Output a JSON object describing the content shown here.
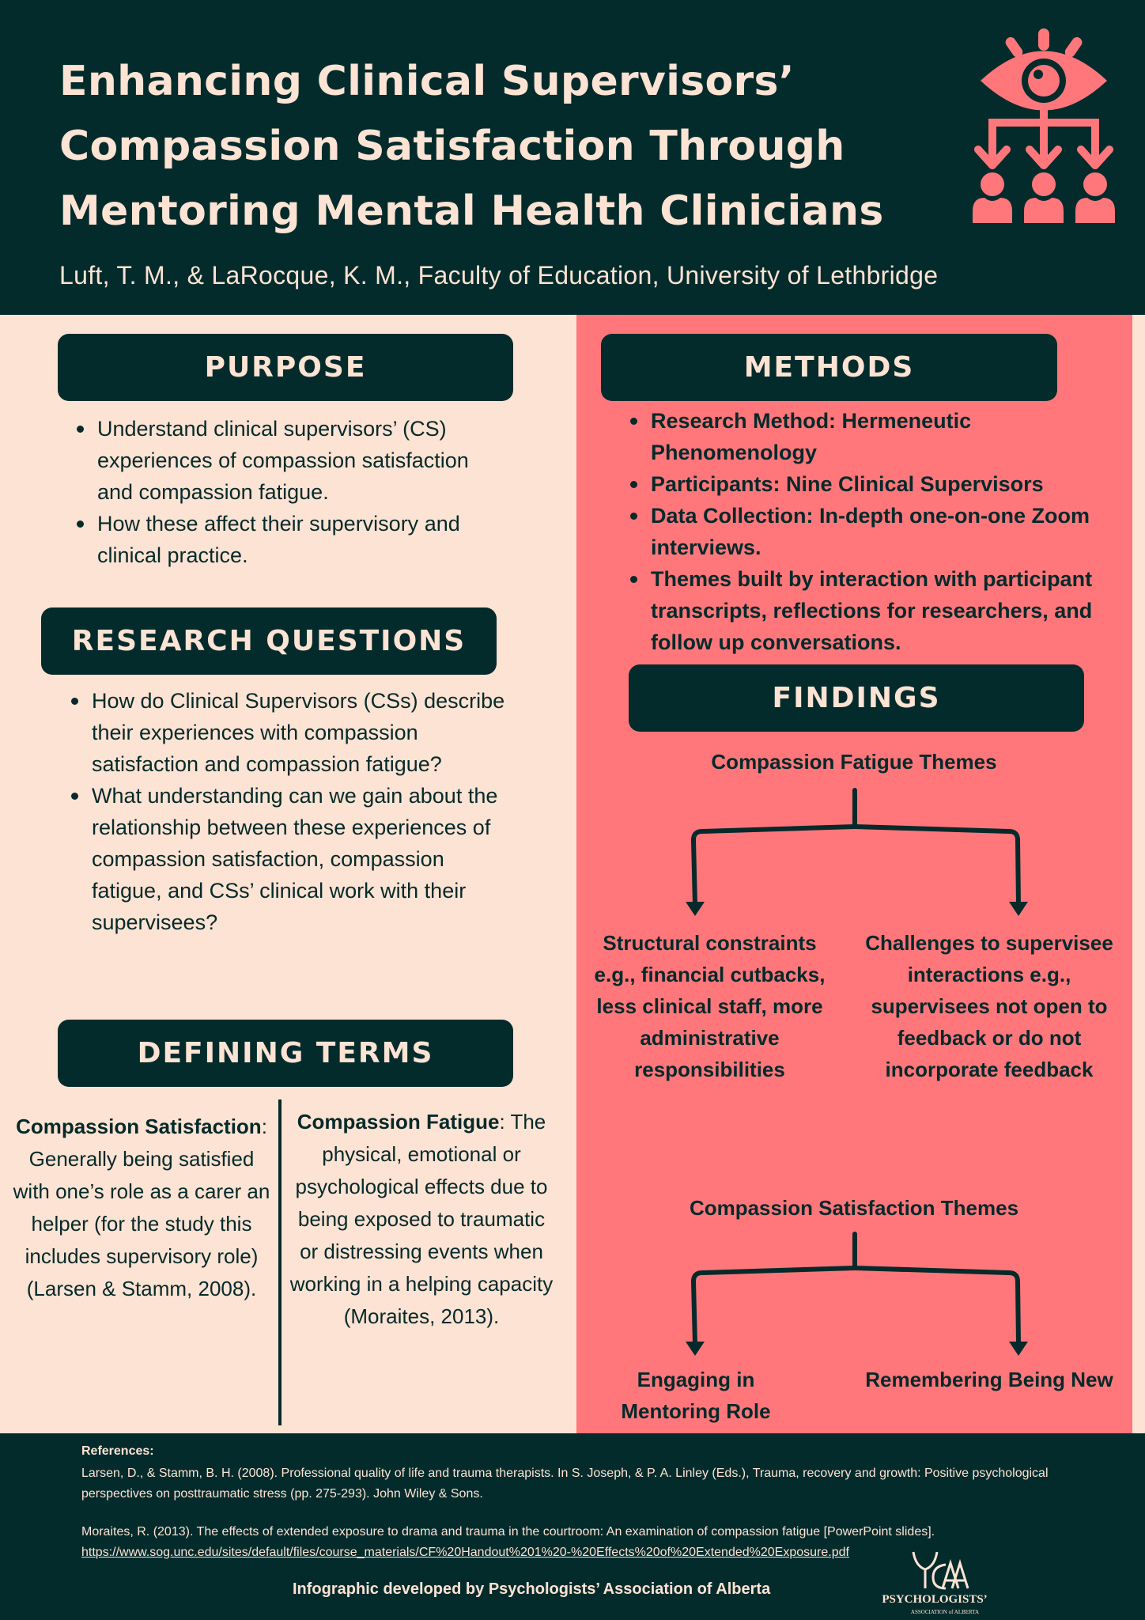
{
  "header": {
    "title": "Enhancing Clinical Supervisors’ Compassion Satisfaction Through Mentoring Mental Health Clinicians",
    "title_lines": [
      "Enhancing Clinical Supervisors’",
      "Compassion Satisfaction Through",
      "Mentoring Mental Health Clinicians"
    ],
    "authors": "Luft, T. M., & LaRocque, K. M., Faculty of Education, University of Lethbridge",
    "icon": "eye-hierarchy-people-icon"
  },
  "colors": {
    "dark": "#032b2c",
    "peach": "#fde3d3",
    "pink": "#ff777b"
  },
  "purpose": {
    "heading": "Purpose",
    "items": [
      "Understand clinical supervisors’ (CS) experiences of compassion satisfaction and compassion fatigue.",
      "How these affect their supervisory and clinical practice."
    ]
  },
  "research_questions": {
    "heading": "Research Questions",
    "items": [
      "How do Clinical Supervisors (CSs) describe their experiences with compassion satisfaction and compassion fatigue?",
      "What understanding can we gain about the relationship between these experiences of compassion satisfaction, compassion fatigue, and CSs’ clinical work with their supervisees?"
    ]
  },
  "defining_terms": {
    "heading": "Defining Terms",
    "cs_term": "Compassion Satisfaction",
    "cs_def": "Generally being satisfied with one’s role as a carer an helper (for the study this includes supervisory role) (Larsen & Stamm, 2008).",
    "cf_term": "Compassion Fatigue",
    "cf_def": "The physical, emotional or psychological effects due to being exposed to traumatic or distressing events when working in a helping capacity (Moraites, 2013).",
    "colon": ":"
  },
  "methods": {
    "heading": "Methods",
    "items": [
      "Research Method: Hermeneutic Phenomenology",
      "Participants: Nine Clinical Supervisors",
      "Data Collection: In-depth one-on-one Zoom interviews.",
      "Themes built by interaction with participant transcripts, reflections for researchers, and follow up conversations."
    ]
  },
  "findings": {
    "heading": "Findings",
    "cf_label": "Compassion Fatigue Themes",
    "cf_themes": [
      "Structural constraints e.g., financial cutbacks, less clinical staff, more administrative responsibilities",
      "Challenges to supervisee interactions e.g., supervisees not open to feedback or do not incorporate feedback"
    ],
    "cs_label": "Compassion Satisfaction Themes",
    "cs_themes": [
      "Engaging in Mentoring Role",
      "Remembering Being New"
    ]
  },
  "footer": {
    "references_heading": "References:",
    "ref1": "Larsen, D., & Stamm, B. H. (2008). Professional quality of life and trauma therapists. In S. Joseph, & P. A. Linley (Eds.), Trauma, recovery and growth: Positive psychological perspectives on posttraumatic stress (pp. 275-293). John Wiley & Sons.",
    "ref2": "Moraites, R. (2013). The effects of extended exposure to drama and trauma in the courtroom: An examination of compassion fatigue [PowerPoint slides]. ",
    "ref2_link": "https://www.sog.unc.edu/sites/default/files/course_materials/CF%20Handout%201%20-%20Effects%20of%20Extended%20Exposure.pdf",
    "credit": "Infographic developed by Psychologists’ Association of Alberta",
    "logo_text": "PSYCHOLOGISTS’ ASSOCIATION of ALBERTA"
  }
}
